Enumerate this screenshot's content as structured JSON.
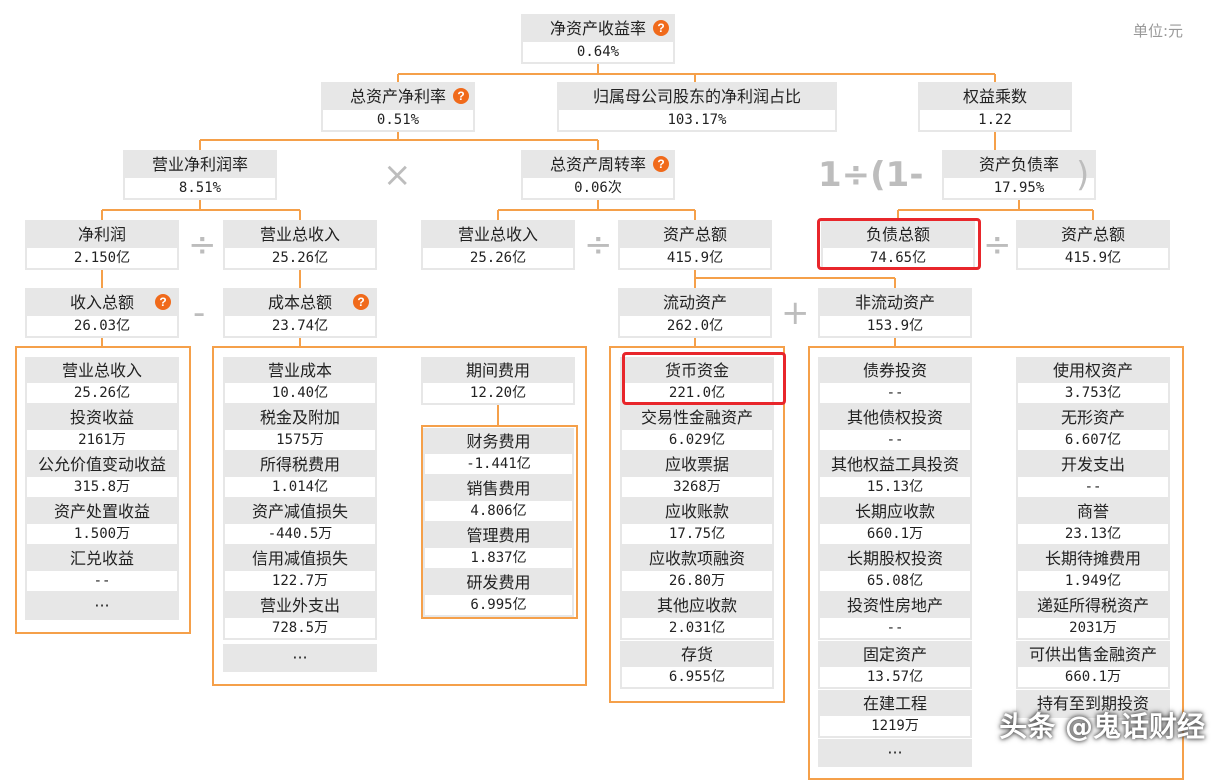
{
  "unit": "单位:元",
  "watermark": "头条 @鬼话财经",
  "ops": {
    "times": "×",
    "divide": "÷",
    "minus": "-",
    "plus": "+",
    "one_minus": "1÷(1-",
    "close": ")"
  },
  "roe": {
    "label": "净资产收益率",
    "value": "0.64%"
  },
  "roa": {
    "label": "总资产净利率",
    "value": "0.51%"
  },
  "parent_ratio": {
    "label": "归属母公司股东的净利润占比",
    "value": "103.17%"
  },
  "equity_mult": {
    "label": "权益乘数",
    "value": "1.22"
  },
  "net_margin": {
    "label": "营业净利润率",
    "value": "8.51%"
  },
  "turnover": {
    "label": "总资产周转率",
    "value": "0.06次"
  },
  "debt_ratio": {
    "label": "资产负债率",
    "value": "17.95%"
  },
  "net_profit": {
    "label": "净利润",
    "value": "2.150亿"
  },
  "revenue1": {
    "label": "营业总收入",
    "value": "25.26亿"
  },
  "revenue2": {
    "label": "营业总收入",
    "value": "25.26亿"
  },
  "total_assets1": {
    "label": "资产总额",
    "value": "415.9亿"
  },
  "total_liab": {
    "label": "负债总额",
    "value": "74.65亿"
  },
  "total_assets2": {
    "label": "资产总额",
    "value": "415.9亿"
  },
  "total_income": {
    "label": "收入总额",
    "value": "26.03亿"
  },
  "total_cost": {
    "label": "成本总额",
    "value": "23.74亿"
  },
  "current_assets": {
    "label": "流动资产",
    "value": "262.0亿"
  },
  "noncurrent_assets": {
    "label": "非流动资产",
    "value": "153.9亿"
  },
  "income_items": [
    {
      "label": "营业总收入",
      "value": "25.26亿"
    },
    {
      "label": "投资收益",
      "value": "2161万"
    },
    {
      "label": "公允价值变动收益",
      "value": "315.8万"
    },
    {
      "label": "资产处置收益",
      "value": "1.500万"
    },
    {
      "label": "汇兑收益",
      "value": "--"
    },
    {
      "label": "···",
      "value": ""
    }
  ],
  "cost_items": [
    {
      "label": "营业成本",
      "value": "10.40亿"
    },
    {
      "label": "税金及附加",
      "value": "1575万"
    },
    {
      "label": "所得税费用",
      "value": "1.014亿"
    },
    {
      "label": "资产减值损失",
      "value": "-440.5万"
    },
    {
      "label": "信用减值损失",
      "value": "122.7万"
    },
    {
      "label": "营业外支出",
      "value": "728.5万"
    },
    {
      "label": "···",
      "value": ""
    }
  ],
  "period_expense": {
    "label": "期间费用",
    "value": "12.20亿"
  },
  "period_items": [
    {
      "label": "财务费用",
      "value": "-1.441亿"
    },
    {
      "label": "销售费用",
      "value": "4.806亿"
    },
    {
      "label": "管理费用",
      "value": "1.837亿"
    },
    {
      "label": "研发费用",
      "value": "6.995亿"
    }
  ],
  "current_items": [
    {
      "label": "货币资金",
      "value": "221.0亿"
    },
    {
      "label": "交易性金融资产",
      "value": "6.029亿"
    },
    {
      "label": "应收票据",
      "value": "3268万"
    },
    {
      "label": "应收账款",
      "value": "17.75亿"
    },
    {
      "label": "应收款项融资",
      "value": "26.80万"
    },
    {
      "label": "其他应收款",
      "value": "2.031亿"
    },
    {
      "label": "存货",
      "value": "6.955亿"
    }
  ],
  "noncurrent_left": [
    {
      "label": "债券投资",
      "value": "--"
    },
    {
      "label": "其他债权投资",
      "value": "--"
    },
    {
      "label": "其他权益工具投资",
      "value": "15.13亿"
    },
    {
      "label": "长期应收款",
      "value": "660.1万"
    },
    {
      "label": "长期股权投资",
      "value": "65.08亿"
    },
    {
      "label": "投资性房地产",
      "value": "--"
    },
    {
      "label": "固定资产",
      "value": "13.57亿"
    },
    {
      "label": "在建工程",
      "value": "1219万"
    },
    {
      "label": "···",
      "value": ""
    }
  ],
  "noncurrent_right": [
    {
      "label": "使用权资产",
      "value": "3.753亿"
    },
    {
      "label": "无形资产",
      "value": "6.607亿"
    },
    {
      "label": "开发支出",
      "value": "--"
    },
    {
      "label": "商誉",
      "value": "23.13亿"
    },
    {
      "label": "长期待摊费用",
      "value": "1.949亿"
    },
    {
      "label": "递延所得税资产",
      "value": "2031万"
    },
    {
      "label": "可供出售金融资产",
      "value": "660.1万"
    },
    {
      "label": "持有至到期投资",
      "value": ""
    }
  ],
  "colors": {
    "orange": "#f5a04a",
    "red": "#e8262b",
    "gray": "#e7e7e7"
  }
}
